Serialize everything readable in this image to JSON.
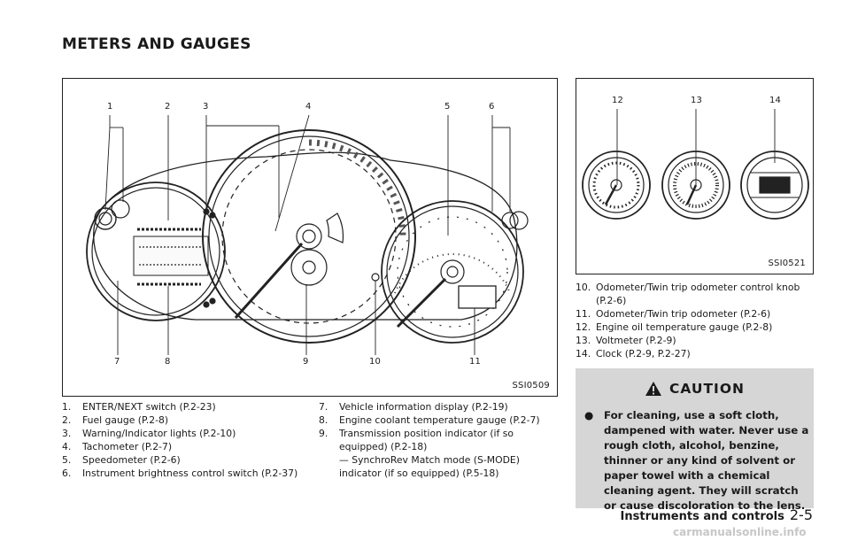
{
  "heading": "METERS AND GAUGES",
  "figure_main": {
    "code": "SSI0509",
    "callouts": [
      "1",
      "2",
      "3",
      "4",
      "5",
      "6",
      "7",
      "8",
      "9",
      "10",
      "11"
    ]
  },
  "figure_side": {
    "code": "SSI0521",
    "callouts": [
      "12",
      "13",
      "14"
    ]
  },
  "list_left": [
    {
      "num": "1.",
      "text": "ENTER/NEXT switch (P.2-23)"
    },
    {
      "num": "2.",
      "text": "Fuel gauge (P.2-8)"
    },
    {
      "num": "3.",
      "text": "Warning/Indicator lights (P.2-10)"
    },
    {
      "num": "4.",
      "text": "Tachometer (P.2-7)"
    },
    {
      "num": "5.",
      "text": "Speedometer (P.2-6)"
    },
    {
      "num": "6.",
      "text": "Instrument brightness control switch (P.2-37)"
    }
  ],
  "list_mid": [
    {
      "num": "7.",
      "text": "Vehicle information display (P.2-19)"
    },
    {
      "num": "8.",
      "text": "Engine coolant temperature gauge (P.2-7)"
    },
    {
      "num": "9.",
      "text": "Transmission position indicator (if so equipped) (P.2-18)"
    }
  ],
  "list_mid_sub": "— SynchroRev Match mode (S-MODE) indicator (if so equipped) (P.5-18)",
  "list_right": [
    {
      "num": "10.",
      "text": "Odometer/Twin trip odometer control knob (P.2-6)"
    },
    {
      "num": "11.",
      "text": "Odometer/Twin trip odometer (P.2-6)"
    },
    {
      "num": "12.",
      "text": "Engine oil temperature gauge (P.2-8)"
    },
    {
      "num": "13.",
      "text": "Voltmeter (P.2-9)"
    },
    {
      "num": "14.",
      "text": "Clock (P.2-9, P.2-27)"
    }
  ],
  "caution": {
    "title": "CAUTION",
    "bullet": "●",
    "text": "For cleaning, use a soft cloth, dampened with water. Never use a rough cloth, alcohol, benzine, thinner or any kind of solvent or paper towel with a chemical cleaning agent. They will scratch or cause discoloration to the lens."
  },
  "footer": {
    "section": "Instruments and controls",
    "page": "2-5"
  },
  "watermark": "carmanualsonline.info"
}
